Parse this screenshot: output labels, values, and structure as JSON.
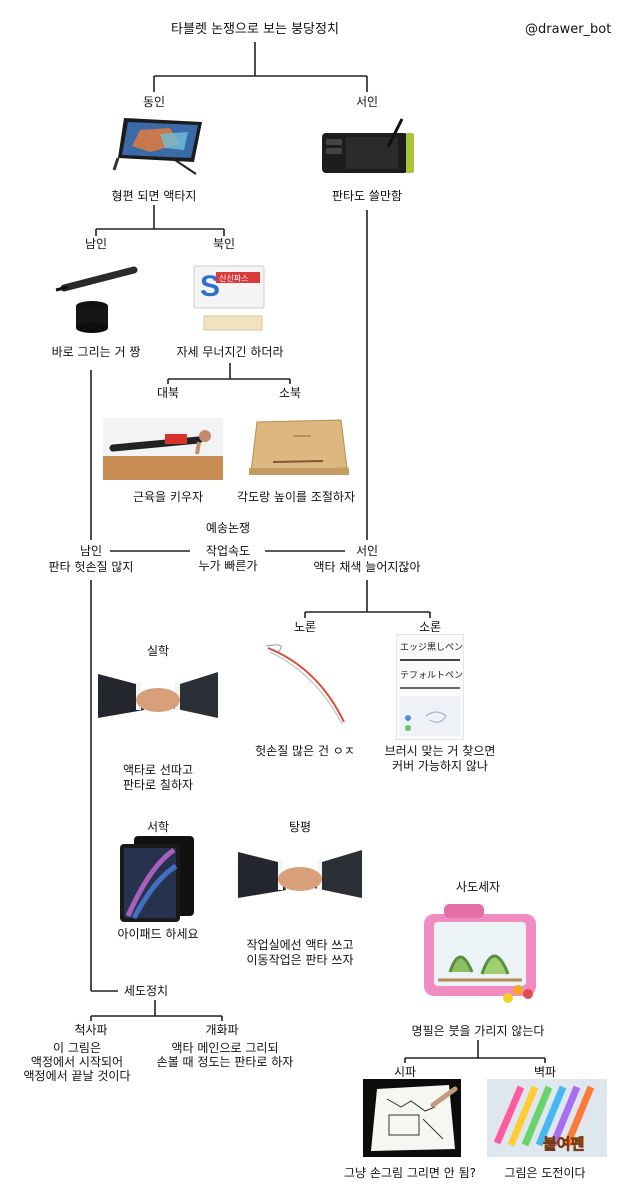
{
  "title": "타블렛 논쟁으로 보는 붕당정치",
  "credit": "@drawer_bot",
  "nodes": {
    "dongin": "동인",
    "seoin": "서인",
    "dongin_desc": "형편 되면 액타지",
    "seoin_desc": "판타도 쓸만함",
    "namin": "남인",
    "bukin": "북인",
    "namin_desc": "바로 그리는 거 짱",
    "bukin_desc": "자세 무너지긴 하더라",
    "daebuk": "대북",
    "sobuk": "소북",
    "daebuk_desc": "근육을 키우자",
    "sobuk_desc": "각도랑 높이를 조절하자",
    "yesong": "예송논쟁",
    "yesong_q1": "작업속도",
    "yesong_q2": "누가 빠른가",
    "namin2": "남인",
    "namin2_desc": "판타 헛손질 많지",
    "seoin2": "서인",
    "seoin2_desc": "액타 채색 늘어지잖아",
    "noron": "노론",
    "soron": "소론",
    "noron_desc": "헛손질 많은 건 ㅇㅈ",
    "soron_desc1": "브러시 맞는 거 찾으면",
    "soron_desc2": "커버 가능하지 않나",
    "silhak": "실학",
    "silhak_desc1": "액타로 선따고",
    "silhak_desc2": "판타로 칠하자",
    "seohak": "서학",
    "seohak_desc": "아이패드 하세요",
    "tangpyeong": "탕평",
    "tangpyeong_desc1": "작업실에선 액타 쓰고",
    "tangpyeong_desc2": "이동작업은 판타 쓰자",
    "sado": "사도세자",
    "sado_desc": "명필은 붓을 가리지 않는다",
    "sedo": "세도정치",
    "cheoksa": "척사파",
    "cheoksa_desc1": "이 그림은",
    "cheoksa_desc2": "액정에서 시작되어",
    "cheoksa_desc3": "액정에서 끝날 것이다",
    "gaehwa": "개화파",
    "gaehwa_desc1": "액타 메인으로 그리되",
    "gaehwa_desc2": "손볼 때 정도는 판타로 하자",
    "sipa": "시파",
    "byeokpa": "벽파",
    "sipa_desc": "그냥 손그림 그리면 안 됨?",
    "byeokpa_desc": "그림은 도전이다"
  },
  "picture_text": {
    "patch_brand": "신신파스",
    "note_line1": "エッジ黒しペン",
    "note_line2": "テフォルトペン",
    "pens_logo": "붙여펜"
  }
}
